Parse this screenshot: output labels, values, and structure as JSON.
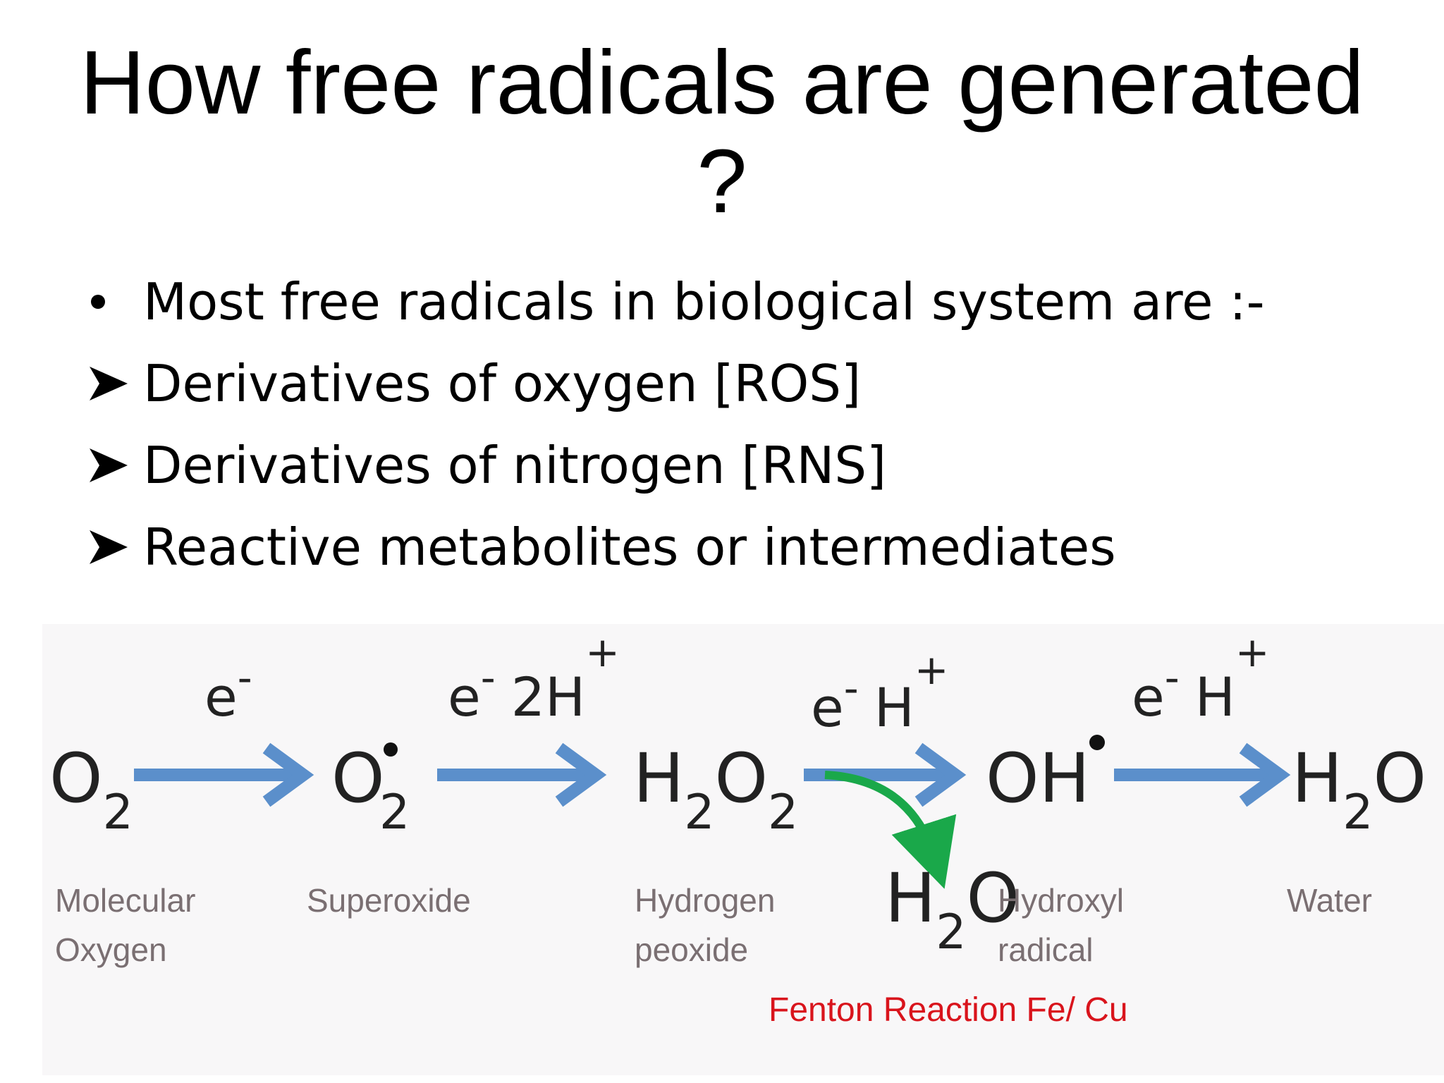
{
  "slide": {
    "title_line1": "How free radicals are generated",
    "title_line2": "?"
  },
  "bullets": [
    {
      "marker": "dot",
      "text": "Most free radicals in biological system are :-"
    },
    {
      "marker": "arrowhead",
      "text": "Derivatives of oxygen [ROS]"
    },
    {
      "marker": "arrowhead",
      "text": "Derivatives of nitrogen [RNS]"
    },
    {
      "marker": "arrowhead",
      "text": "Reactive metabolites or intermediates"
    }
  ],
  "diagram": {
    "species": {
      "o2": {
        "main": "O",
        "sub": "2"
      },
      "superoxide": {
        "main": "O",
        "sub": "2"
      },
      "h2o2": {
        "h": "H",
        "sub1": "2",
        "o": "O",
        "sub2": "2"
      },
      "oh": {
        "main": "OH"
      },
      "h2o_end": {
        "h": "H",
        "sub": "2",
        "o": "O"
      },
      "h2o_fenton": {
        "h": "H",
        "sub": "2",
        "o": "O"
      }
    },
    "reagents": {
      "step1": {
        "e": "e",
        "e_sup": "-"
      },
      "step2": {
        "e": "e",
        "e_sup": "-",
        "h": "2H",
        "h_sup": "+"
      },
      "step3": {
        "e": "e",
        "e_sup": "-",
        "h": "H",
        "h_sup": "+"
      },
      "step4": {
        "e": "e",
        "e_sup": "-",
        "h": "H",
        "h_sup": "+"
      }
    },
    "captions": {
      "molecular_oxygen": [
        "Molecular",
        "Oxygen"
      ],
      "superoxide": "Superoxide",
      "hydrogen_peroxide": [
        "Hydrogen",
        "peoxide"
      ],
      "hydroxyl_radical": [
        "Hydroxyl",
        "radical"
      ],
      "water": "Water"
    },
    "fenton_label": "Fenton Reaction Fe/ Cu",
    "colors": {
      "arrow_blue": "#5b8fcb",
      "arrow_green": "#1aa84a",
      "fenton_red": "#d9141c",
      "caption_gray": "#7a6f72"
    }
  }
}
